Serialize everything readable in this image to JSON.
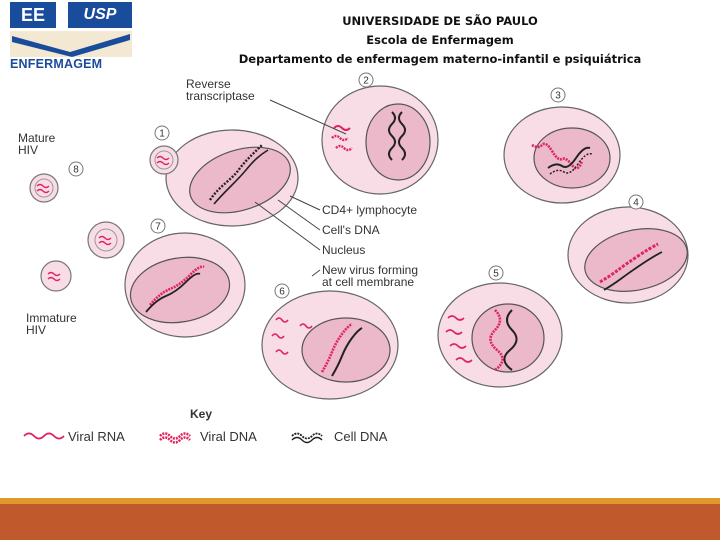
{
  "logo": {
    "ee": "EE",
    "usp": "USP",
    "name": "ENFERMAGEM"
  },
  "header": {
    "line1": "UNIVERSIDADE DE SÃO PAULO",
    "line2": "Escola de Enfermagem",
    "line3": "Departamento de enfermagem materno-infantil e psiquiátrica"
  },
  "diagram": {
    "labels": {
      "reverse_transcriptase_1": "Reverse",
      "reverse_transcriptase_2": "transcriptase",
      "mature_hiv_1": "Mature",
      "mature_hiv_2": "HIV",
      "immature_hiv_1": "Immature",
      "immature_hiv_2": "HIV",
      "cd4": "CD4+ lymphocyte",
      "cells_dna": "Cell's DNA",
      "nucleus": "Nucleus",
      "new_virus_1": "New virus forming",
      "new_virus_2": "at cell membrane"
    },
    "steps": [
      "1",
      "2",
      "3",
      "4",
      "5",
      "6",
      "7",
      "8"
    ],
    "key": {
      "title": "Key",
      "viral_rna": "Viral RNA",
      "viral_dna": "Viral DNA",
      "cell_dna": "Cell DNA"
    },
    "colors": {
      "cell_fill": "#f9dde6",
      "nucleus_fill": "#ecb9ca",
      "outline": "#555555",
      "viral": "#e0245e",
      "dna": "#222222"
    }
  },
  "footer": {
    "accent": "#e0982b",
    "band": "#c05a2c"
  }
}
